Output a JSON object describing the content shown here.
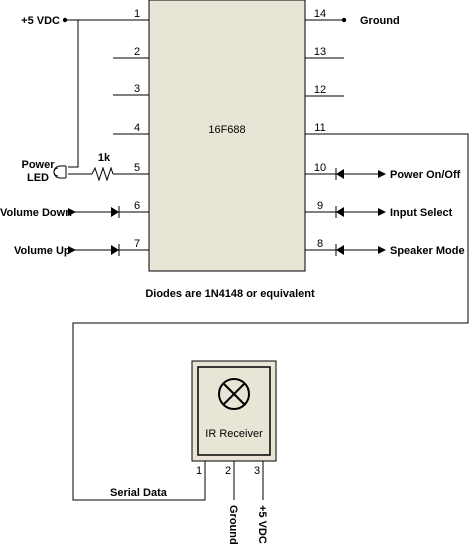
{
  "chip": {
    "part": "16F688",
    "left_pins": [
      "1",
      "2",
      "3",
      "4",
      "5",
      "6",
      "7"
    ],
    "right_pins": [
      "14",
      "13",
      "12",
      "11",
      "10",
      "9",
      "8"
    ]
  },
  "labels": {
    "vdd": "+5 VDC",
    "ground": "Ground",
    "power_led": [
      "Power",
      "LED"
    ],
    "resistor": "1k",
    "volume_down": "Volume Down",
    "volume_up": "Volume Up",
    "power_onoff": "Power On/Off",
    "input_select": "Input Select",
    "speaker_mode": "Speaker Mode",
    "diodes_note": "Diodes are 1N4148 or equivalent",
    "serial_data": "Serial Data"
  },
  "ir_receiver": {
    "title": "IR Receiver",
    "pins": [
      "1",
      "2",
      "3"
    ],
    "pin_labels": [
      "Ground",
      "+5 VDC"
    ]
  },
  "icons": [
    "lamp-symbol-icon",
    "led-icon",
    "resistor-icon",
    "diode-icon",
    "arrow-icon",
    "junction-dot-icon"
  ]
}
